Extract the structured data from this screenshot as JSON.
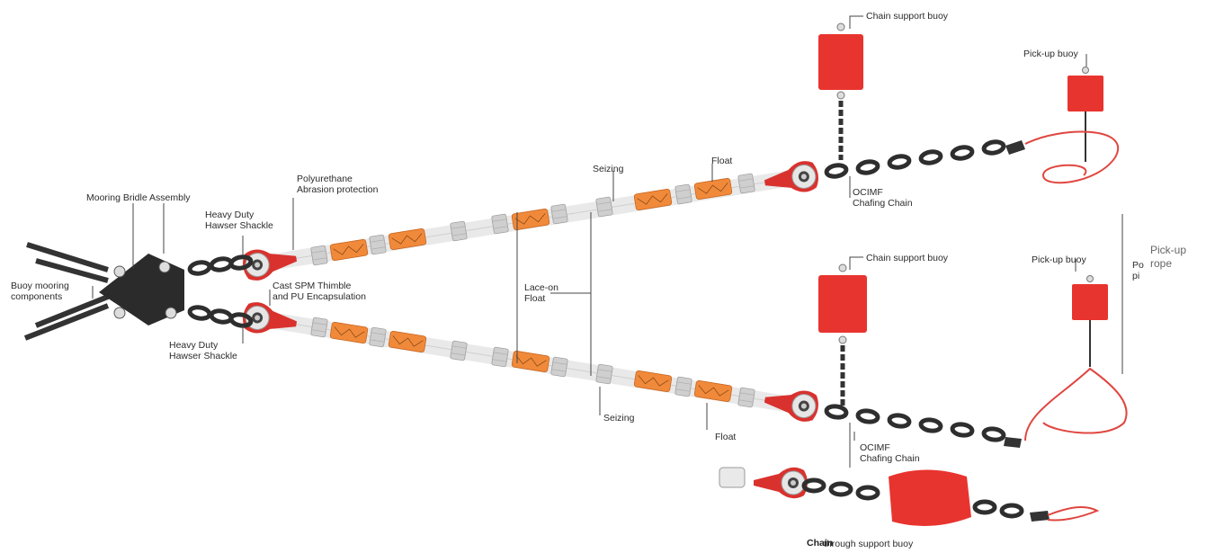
{
  "labels": {
    "chain_support_buoy_top": "Chain support buoy",
    "pickup_buoy_top": "Pick-up buoy",
    "mooring_bridle_assembly": "Mooring Bridle Assembly",
    "polyurethane_line1": "Polyurethane",
    "polyurethane_line2": "Abrasion protection",
    "seizing_top": "Seizing",
    "float_top": "Float",
    "hd_hawser_top_line1": "Heavy Duty",
    "hd_hawser_top_line2": "Hawser Shackle",
    "ocimf_top_line1": "OCIMF",
    "ocimf_top_line2": "Chafing Chain",
    "buoy_mooring_line1": "Buoy mooring",
    "buoy_mooring_line2": "components",
    "cast_spm_line1": "Cast SPM Thimble",
    "cast_spm_line2": "and PU Encapsulation",
    "lace_on_line1": "Lace-on",
    "lace_on_line2": "Float",
    "chain_support_buoy_bottom": "Chain support buoy",
    "pickup_buoy_bottom": "Pick-up buoy",
    "pickup_rope_partial_line1": "Po",
    "pickup_rope_partial_line2": "pi",
    "pickup_rope_line1": "Pick-up",
    "pickup_rope_line2": "rope",
    "hd_hawser_bottom_line1": "Heavy Duty",
    "hd_hawser_bottom_line2": "Hawser Shackle",
    "seizing_bottom": "Seizing",
    "float_bottom": "Float",
    "ocimf_bottom_line1": "OCIMF",
    "ocimf_bottom_line2": "Chafing Chain",
    "chain_bottom": "Chain",
    "through_support_buoy": "through support buoy"
  },
  "colors": {
    "buoy_red": "#e8342f",
    "float_orange": "#f08a3a",
    "chain_dark": "#2e2e2e",
    "thimble_red": "#d9322e",
    "sleeve_grey": "#d8d8d8",
    "rope_red": "#e0463f"
  }
}
